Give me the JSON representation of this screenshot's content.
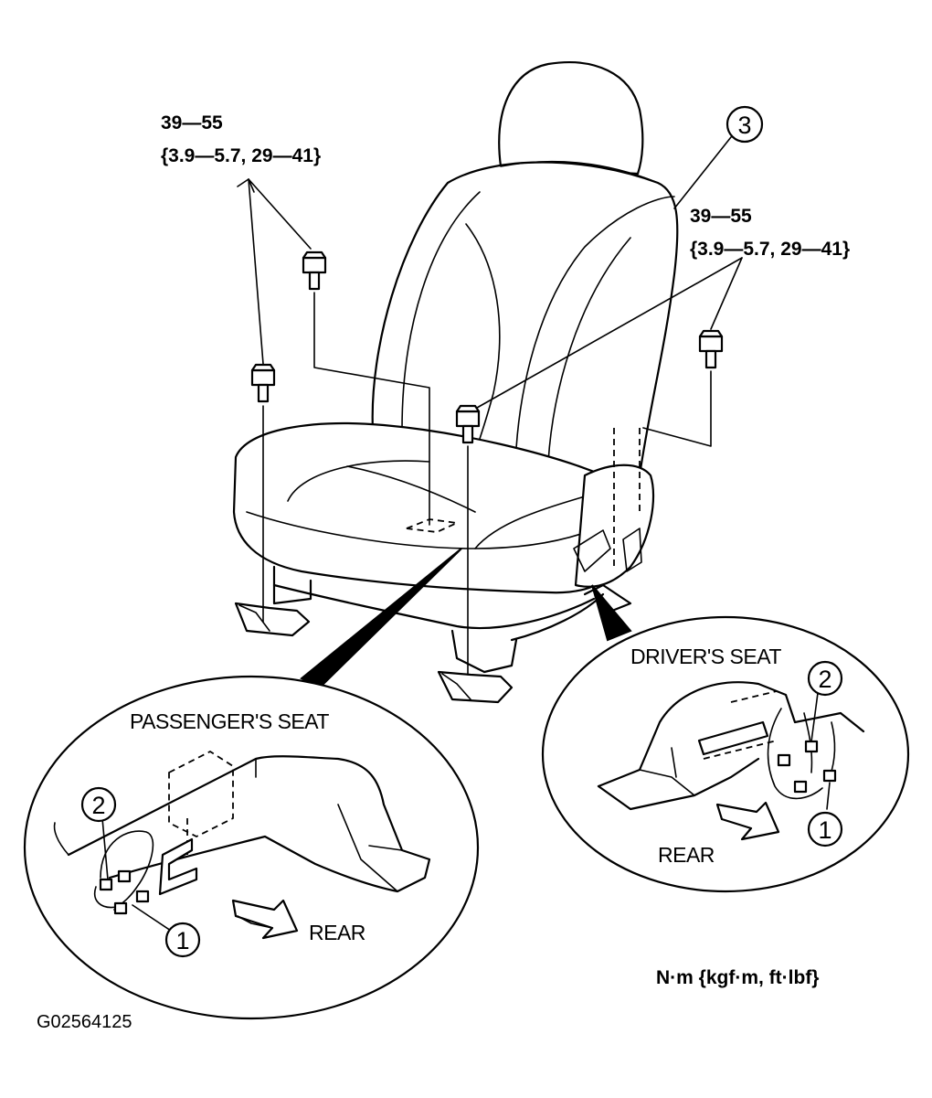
{
  "torque_left": {
    "line1": "39—55",
    "line2": "{3.9—5.7, 29—41}"
  },
  "torque_right": {
    "line1": "39—55",
    "line2": "{3.9—5.7, 29—41}"
  },
  "callouts": {
    "seat": "3",
    "connector_a": "1",
    "connector_b": "2"
  },
  "passenger_detail": {
    "title": "PASSENGER'S SEAT",
    "rear": "REAR",
    "callout_1": "1",
    "callout_2": "2"
  },
  "driver_detail": {
    "title": "DRIVER'S SEAT",
    "rear": "REAR",
    "callout_1": "1",
    "callout_2": "2"
  },
  "units": "N·m {kgf·m, ft·lbf}",
  "figure_id": "G02564125"
}
